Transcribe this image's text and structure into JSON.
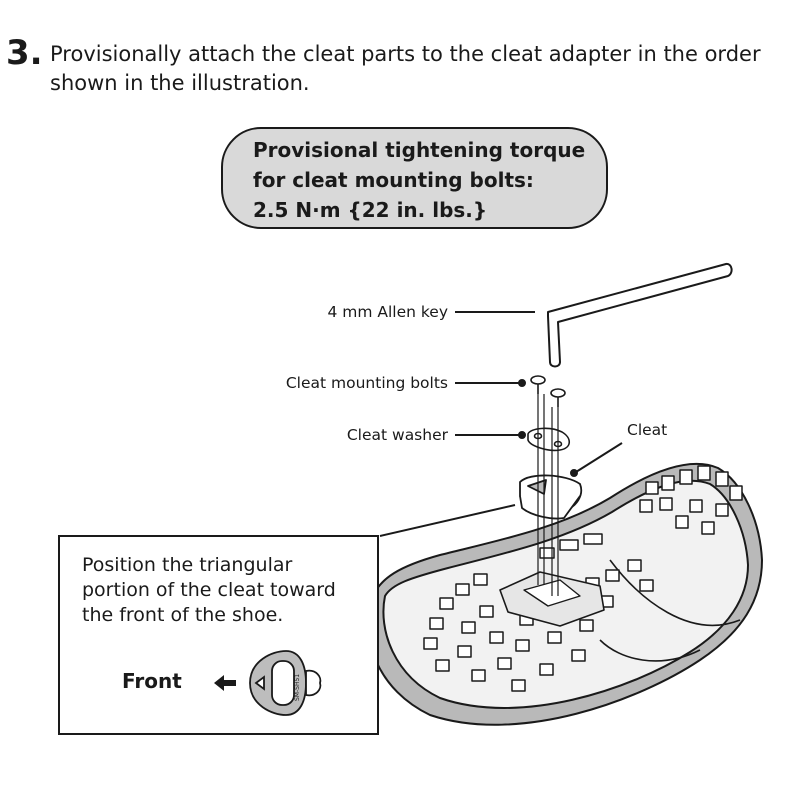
{
  "step": {
    "number": "3.",
    "line1": "Provisionally attach the cleat parts to the cleat adapter in the order",
    "line2": "shown in the illustration."
  },
  "torque_box": {
    "line1": "Provisional tightening torque",
    "line2": "for cleat mounting bolts:",
    "line3": "2.5 N·m {22 in. lbs.}"
  },
  "callouts": {
    "allen_key": "4 mm Allen key",
    "mounting_bolts": "Cleat mounting bolts",
    "washer": "Cleat washer",
    "cleat": "Cleat"
  },
  "note": {
    "line1": "Position the triangular",
    "line2": "portion of the cleat toward",
    "line3": "the front of the shoe.",
    "front_label": "Front",
    "cleat_marking": "SM-SH51"
  },
  "icons": [
    "left-arrow-icon",
    "allen-key-icon",
    "bolt-icon",
    "washer-icon",
    "cleat-icon",
    "shoe-sole-icon"
  ]
}
